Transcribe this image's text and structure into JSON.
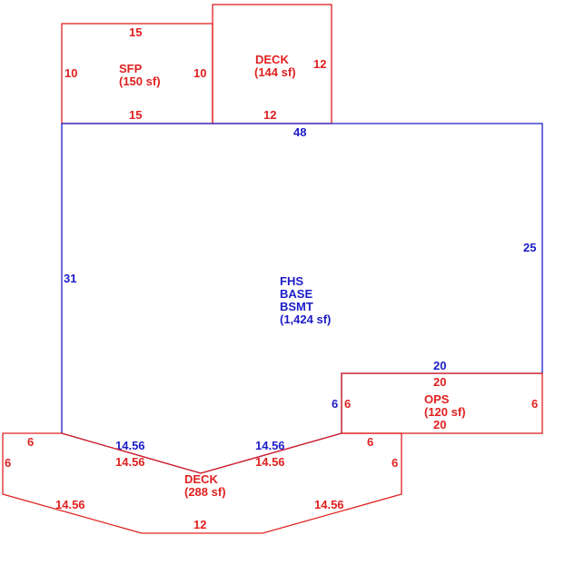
{
  "colors": {
    "main_area": "#1c1cc8",
    "addition_area": "#e02020",
    "background": "#ffffff"
  },
  "sfp": {
    "name": "SFP",
    "area": "(150 sf)",
    "dim_top": "15",
    "dim_bottom": "15",
    "dim_left": "10",
    "dim_right": "10"
  },
  "deck_top": {
    "name": "DECK",
    "area": "(144 sf)",
    "dim_right": "12",
    "dim_bottom": "12"
  },
  "main": {
    "line1": "FHS",
    "line2": "BASE",
    "line3": "BSMT",
    "area": "(1,424 sf)",
    "dim_top": "48",
    "dim_right": "25",
    "dim_left": "31",
    "dim_notch_top": "20",
    "dim_notch_left": "6",
    "dim_diag_left": "14.56",
    "dim_diag_right": "14.56"
  },
  "ops": {
    "name": "OPS",
    "area": "(120 sf)",
    "dim_top": "20",
    "dim_bottom": "20",
    "dim_left": "6",
    "dim_right": "6"
  },
  "deck_bottom": {
    "name": "DECK",
    "area": "(288 sf)",
    "dim_top_left": "6",
    "dim_left": "6",
    "dim_top_right": "6",
    "dim_right": "6",
    "dim_inner_left": "14.56",
    "dim_inner_right": "14.56",
    "dim_lower_left": "14.56",
    "dim_lower_right": "14.56",
    "dim_bottom": "12"
  }
}
